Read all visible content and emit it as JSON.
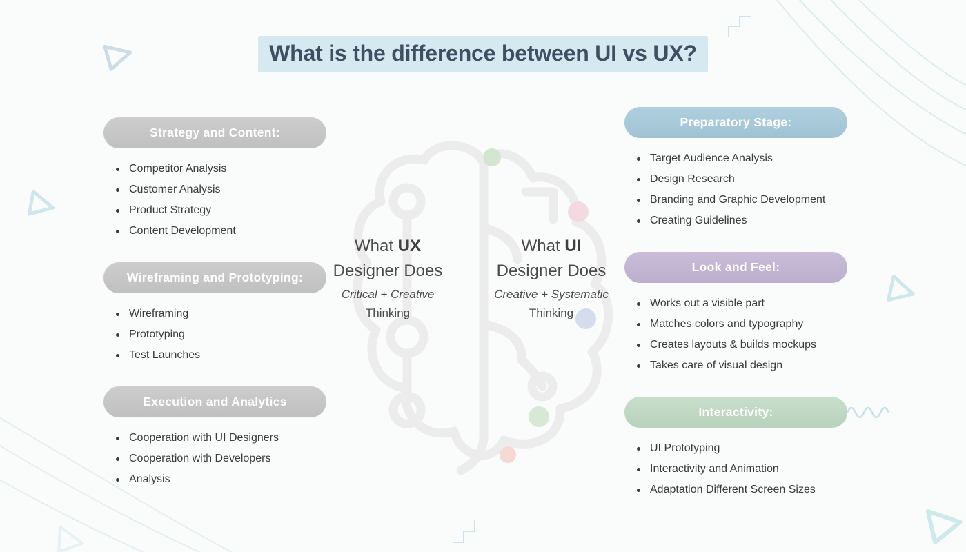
{
  "title": {
    "text": "What is the difference between UI vs UX?",
    "text_color": "#3e4f61",
    "highlight_color": "#d6e9f1"
  },
  "center": {
    "ux": {
      "what": "What",
      "role": "UX",
      "line2": "Designer Does",
      "thinking_style": "Critical + Creative",
      "thinking_word": "Thinking"
    },
    "ui": {
      "what": "What",
      "role": "UI",
      "line2": "Designer Does",
      "thinking_style": "Creative + Systematic",
      "thinking_word": "Thinking"
    }
  },
  "left": {
    "sections": [
      {
        "header": "Strategy and Content:",
        "color": "#c6c6c6",
        "items": [
          "Competitor Analysis",
          "Customer Analysis",
          "Product Strategy",
          "Content Development"
        ]
      },
      {
        "header": "Wireframing and Prototyping:",
        "color": "#c6c6c6",
        "items": [
          "Wireframing",
          "Prototyping",
          "Test Launches"
        ]
      },
      {
        "header": "Execution and Analytics",
        "color": "#c6c6c6",
        "items": [
          "Cooperation with UI Designers",
          "Cooperation with Developers",
          "Analysis"
        ]
      }
    ]
  },
  "right": {
    "sections": [
      {
        "header": "Preparatory Stage:",
        "color": "#a5c9da",
        "items": [
          "Target Audience Analysis",
          "Design Research",
          "Branding and Graphic Development",
          "Creating Guidelines"
        ]
      },
      {
        "header": "Look and Feel:",
        "color": "#c2b4d3",
        "items": [
          "Works out a visible part",
          "Matches colors and typography",
          "Creates layouts & builds mockups",
          "Takes care of visual design"
        ]
      },
      {
        "header": "Interactivity:",
        "color": "#bfd9c3",
        "items": [
          "UI Prototyping",
          "Interactivity and Animation",
          "Adaptation Different Screen Sizes"
        ]
      }
    ]
  }
}
